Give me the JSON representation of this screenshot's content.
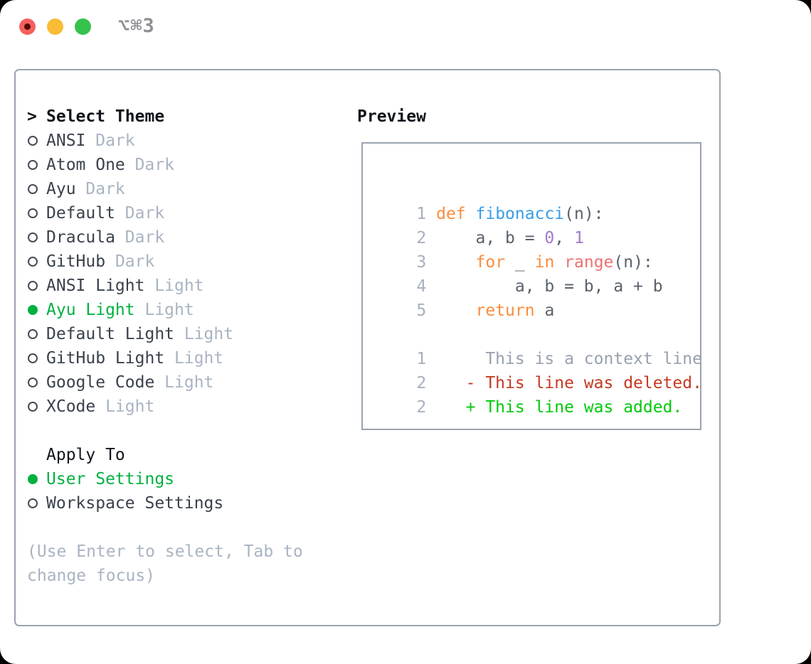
{
  "window": {
    "title": "⌥⌘3"
  },
  "colors": {
    "accent_green": "#00b140",
    "border": "#9aa3af",
    "text_primary": "#10151c",
    "text_item": "#3a414c",
    "text_muted": "#a9b4c2",
    "traffic_red": "#f5615c",
    "traffic_yellow": "#f8bc35",
    "traffic_green": "#35c24d"
  },
  "theme_panel": {
    "header_prefix": ">",
    "header": "Select Theme",
    "themes": [
      {
        "name": "ANSI",
        "variant": "Dark",
        "selected": false
      },
      {
        "name": "Atom One",
        "variant": "Dark",
        "selected": false
      },
      {
        "name": "Ayu",
        "variant": "Dark",
        "selected": false
      },
      {
        "name": "Default",
        "variant": "Dark",
        "selected": false
      },
      {
        "name": "Dracula",
        "variant": "Dark",
        "selected": false
      },
      {
        "name": "GitHub",
        "variant": "Dark",
        "selected": false
      },
      {
        "name": "ANSI Light",
        "variant": "Light",
        "selected": false
      },
      {
        "name": "Ayu Light",
        "variant": "Light",
        "selected": true
      },
      {
        "name": "Default Light",
        "variant": "Light",
        "selected": false
      },
      {
        "name": "GitHub Light",
        "variant": "Light",
        "selected": false
      },
      {
        "name": "Google Code",
        "variant": "Light",
        "selected": false
      },
      {
        "name": "XCode",
        "variant": "Light",
        "selected": false
      }
    ],
    "apply_to": {
      "header": "Apply To",
      "options": [
        {
          "label": "User Settings",
          "selected": true
        },
        {
          "label": "Workspace Settings",
          "selected": false
        }
      ]
    },
    "hint_lines": [
      "(Use Enter to select, Tab to",
      "change focus)"
    ]
  },
  "preview": {
    "header": "Preview",
    "syntax_colors": {
      "keyword": "#fa8d3e",
      "function": "#399ee6",
      "number": "#a37acc",
      "builtin": "#f07171",
      "plain": "#5a626b",
      "context": "#97a1ae",
      "deleted": "#c43a23",
      "added": "#00c90b",
      "line_number": "#a6b0bd"
    },
    "code_lines": [
      {
        "num": "1",
        "segments": [
          {
            "t": " ",
            "c": "plain"
          },
          {
            "t": "def",
            "c": "keyword"
          },
          {
            "t": " ",
            "c": "plain"
          },
          {
            "t": "fibonacci",
            "c": "function"
          },
          {
            "t": "(n):",
            "c": "plain"
          }
        ]
      },
      {
        "num": "2",
        "segments": [
          {
            "t": "     a, b = ",
            "c": "plain"
          },
          {
            "t": "0",
            "c": "number"
          },
          {
            "t": ", ",
            "c": "plain"
          },
          {
            "t": "1",
            "c": "number"
          }
        ]
      },
      {
        "num": "3",
        "segments": [
          {
            "t": "     ",
            "c": "plain"
          },
          {
            "t": "for",
            "c": "keyword"
          },
          {
            "t": " _ ",
            "c": "plain"
          },
          {
            "t": "in",
            "c": "keyword"
          },
          {
            "t": " ",
            "c": "plain"
          },
          {
            "t": "range",
            "c": "builtin"
          },
          {
            "t": "(n):",
            "c": "plain"
          }
        ]
      },
      {
        "num": "4",
        "segments": [
          {
            "t": "         a, b = b, a + b",
            "c": "plain"
          }
        ]
      },
      {
        "num": "5",
        "segments": [
          {
            "t": "     ",
            "c": "plain"
          },
          {
            "t": "return",
            "c": "keyword"
          },
          {
            "t": " a",
            "c": "plain"
          }
        ]
      },
      {
        "num": "",
        "segments": []
      },
      {
        "num": "1",
        "segments": [
          {
            "t": "      This is a context line.",
            "c": "context"
          }
        ]
      },
      {
        "num": "2",
        "segments": [
          {
            "t": "    - This line was deleted.",
            "c": "deleted"
          }
        ]
      },
      {
        "num": "2",
        "segments": [
          {
            "t": "    + This line was added.",
            "c": "added"
          }
        ]
      }
    ]
  }
}
